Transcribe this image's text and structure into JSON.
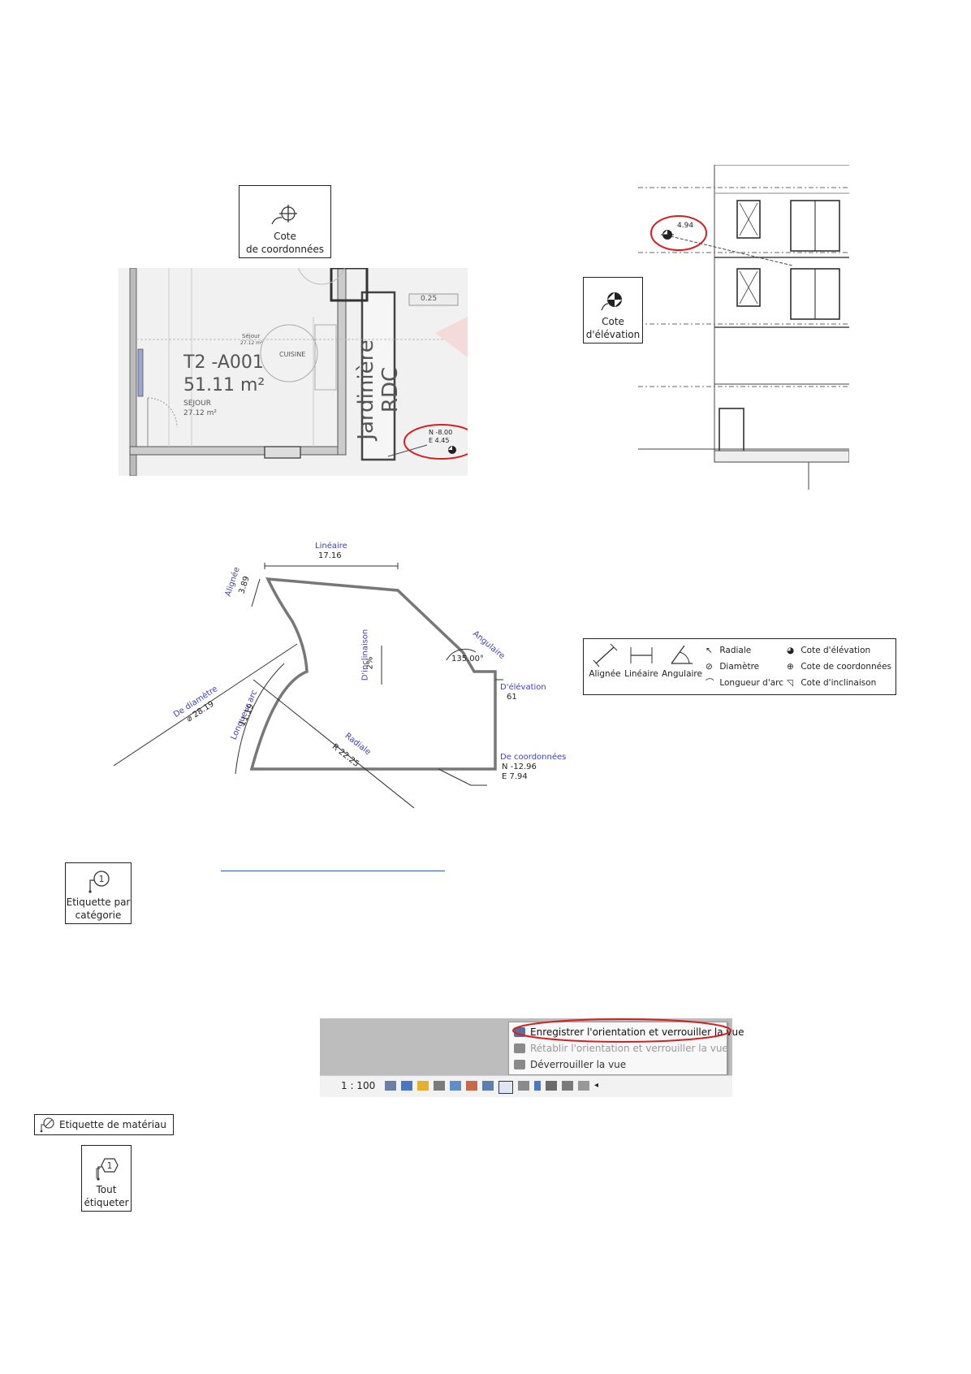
{
  "tools": {
    "coordinate_dimension": "Cote\nde coordonnées",
    "elevation_dimension": "Cote\nd'élévation",
    "tag_by_category": "Etiquette par\ncatégorie",
    "material_tag": "Etiquette de matériau",
    "tag_all": "Tout\nétiqueter"
  },
  "plan": {
    "unit_name": "T2 -A001",
    "unit_area": "51.11 m²",
    "sejour": "SEJOUR",
    "sejour_area": "27.12 m²",
    "sejour_small": "Séjour",
    "sejour_small_area": "27.12 m²",
    "cuisine": "CUISINE",
    "jardiniere": "Jardinière RDC",
    "coord_n": "N -8.00",
    "coord_e": "E 4.45",
    "dim_025": "0.25"
  },
  "elevation": {
    "value": "4.94"
  },
  "dims": {
    "lineaire_label": "Linéaire",
    "lineaire_value": "17.16",
    "alignee_label": "Alignée",
    "alignee_value": "3.89",
    "angulaire_label": "Angulaire",
    "angulaire_value": "135.00°",
    "diametre_label": "De diamètre",
    "diametre_value": "⌀ 28.19",
    "longueur_label": "Longueur arc",
    "longueur_value": "11.19",
    "inclinaison_label": "D'inclinaison",
    "inclinaison_value": "2%",
    "radiale_label": "Radiale",
    "radiale_value": "R 22.25",
    "elevation_label": "D'élévation",
    "elevation_value": "61",
    "coord_label": "De coordonnées",
    "coord_n": "N -12.96",
    "coord_e": "E 7.94"
  },
  "palette": {
    "alignee": "Alignée",
    "lineaire": "Linéaire",
    "angulaire": "Angulaire",
    "radiale": "Radiale",
    "diametre": "Diamètre",
    "longueur_arc": "Longueur d'arc",
    "cote_elevation": "Cote d'élévation",
    "cote_coordonnees": "Cote de coordonnées",
    "cote_inclinaison": "Cote d'inclinaison"
  },
  "view_menu": {
    "item1": "Enregistrer l'orientation et verrouiller la vue",
    "item2": "Rétablir l'orientation et verrouiller la vue",
    "item3": "Déverrouiller la vue",
    "scale": "1 : 100"
  },
  "colors": {
    "highlight": "#d42020",
    "dimension_text": "#3d3fb8",
    "link": "#3355aa"
  }
}
